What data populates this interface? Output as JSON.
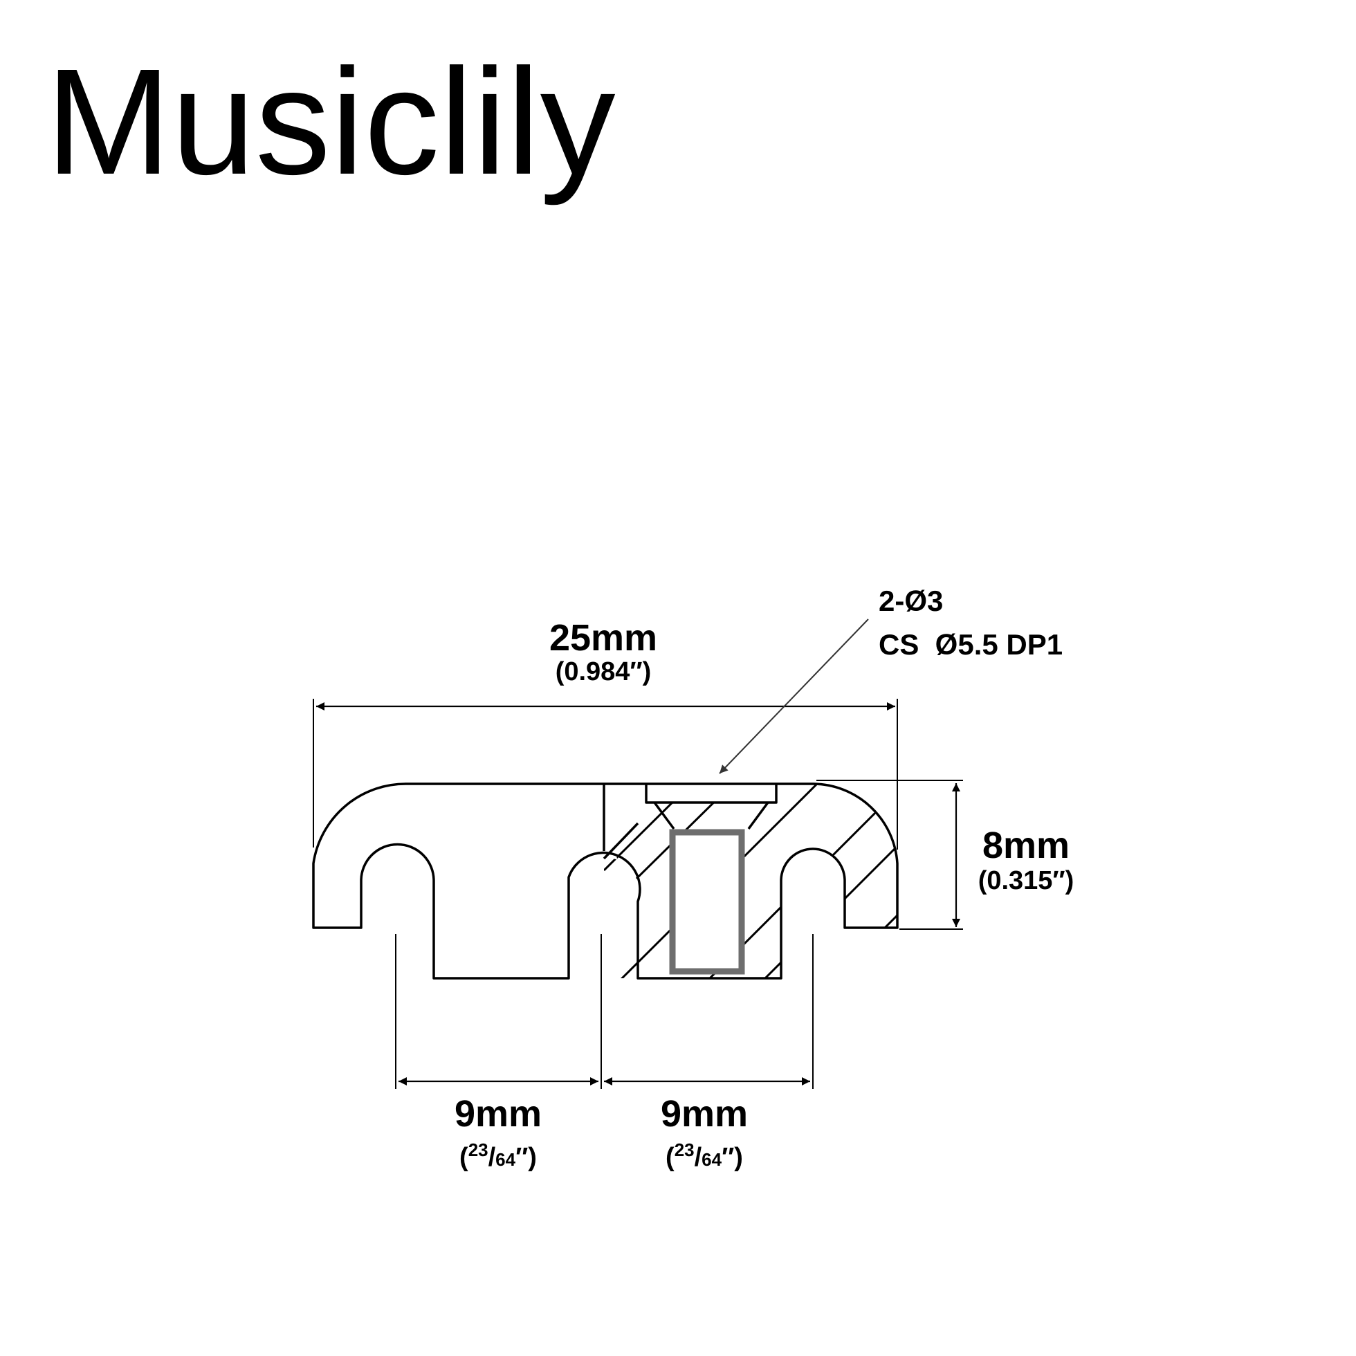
{
  "brand": {
    "name": "Musiclily"
  },
  "dimensions": {
    "overall_width": {
      "metric": "25mm",
      "imperial": "(0.984″)"
    },
    "height": {
      "metric": "8mm",
      "imperial": "(0.315″)"
    },
    "spacing_left": {
      "metric": "9mm",
      "imp_open": "(",
      "imp_num": "23",
      "imp_slash": "/",
      "imp_den": "64",
      "imp_close": "″)"
    },
    "spacing_right": {
      "metric": "9mm",
      "imp_open": "(",
      "imp_num": "23",
      "imp_slash": "/",
      "imp_den": "64",
      "imp_close": "″)"
    }
  },
  "hole_note": {
    "line1": "2-Ø3",
    "line2": "CS  Ø5.5 DP1"
  },
  "colors": {
    "outline": "#000000",
    "insert": "#6e6e6e",
    "leader": "#333333"
  }
}
